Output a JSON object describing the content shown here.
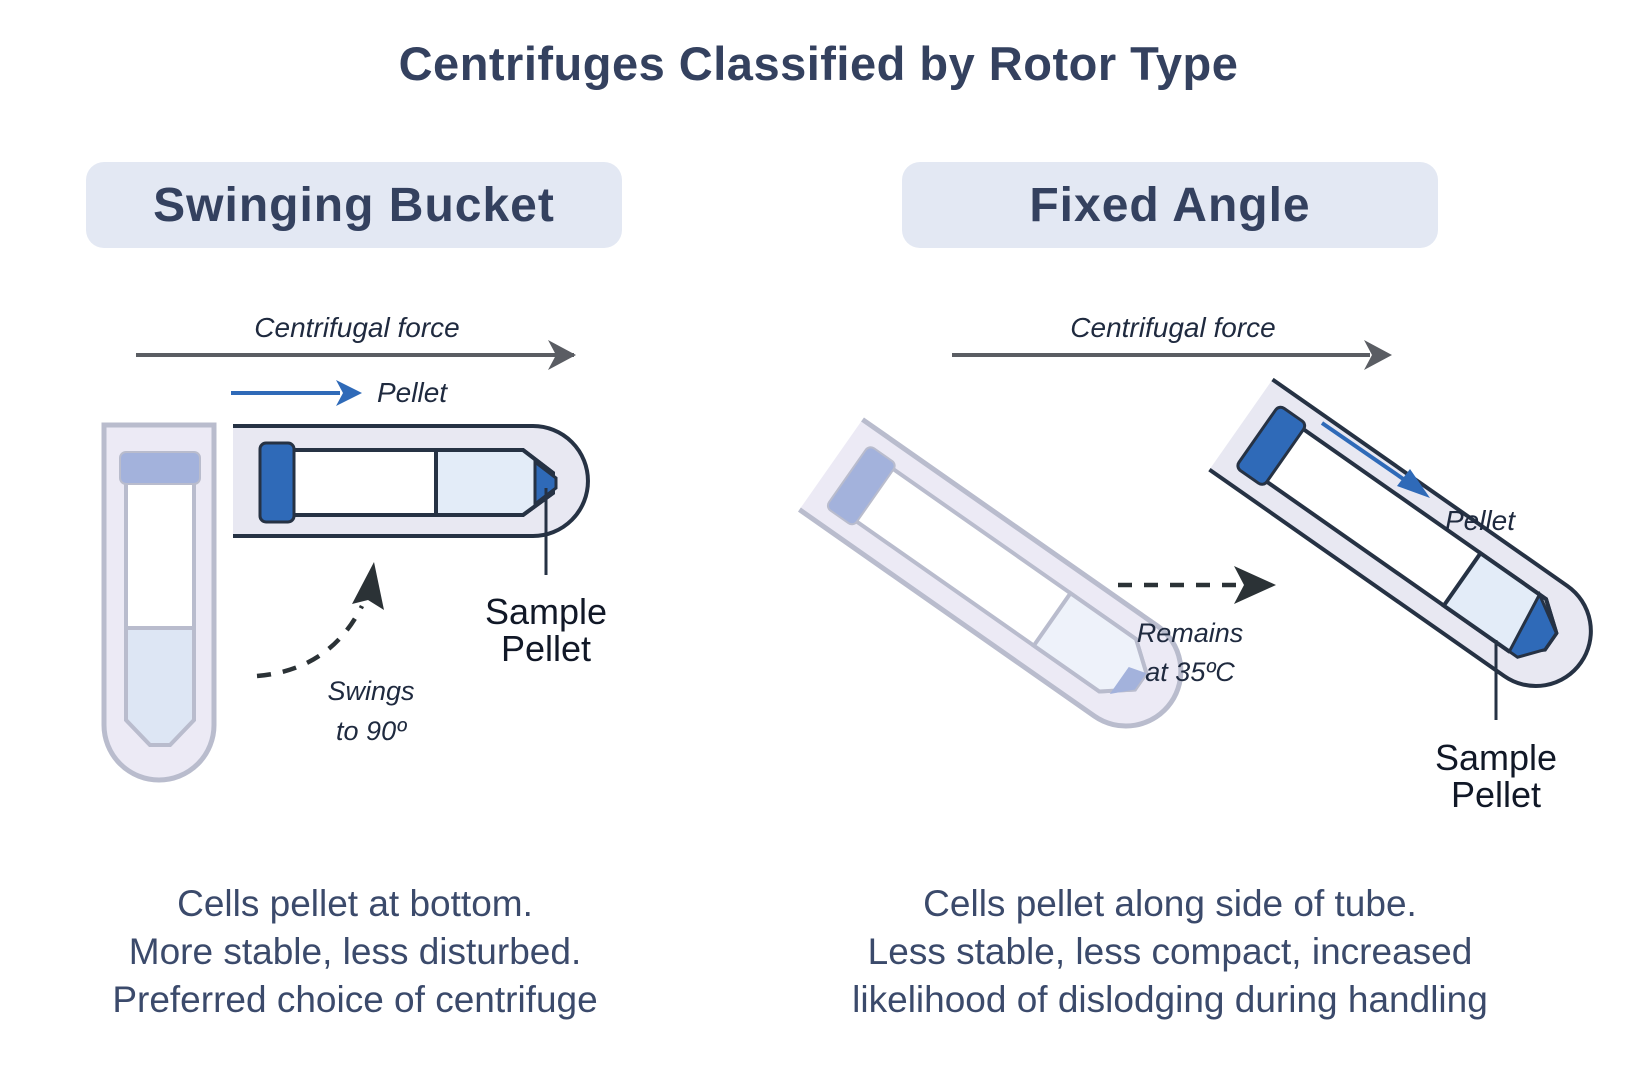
{
  "title": "Centrifuges Classified by Rotor Type",
  "left": {
    "heading": "Swinging Bucket",
    "force_label": "Centrifugal force",
    "pellet_label": "Pellet",
    "swing_label_1": "Swings",
    "swing_label_2": "to 90º",
    "sample_label_1": "Sample",
    "sample_label_2": "Pellet",
    "description": [
      "Cells pellet at bottom.",
      "More stable, less disturbed.",
      "Preferred choice of centrifuge"
    ]
  },
  "right": {
    "heading": "Fixed Angle",
    "force_label": "Centrifugal force",
    "pellet_label": "Pellet",
    "remains_label_1": "Remains",
    "remains_label_2": "at 35ºC",
    "sample_label_1": "Sample",
    "sample_label_2": "Pellet",
    "description": [
      "Cells pellet along side of tube.",
      "Less stable, less compact, increased",
      "likelihood of dislodging during handling"
    ]
  },
  "colors": {
    "title": "#34415f",
    "pill_bg": "#e3e8f3",
    "arrow_gray": "#5a5d63",
    "pellet_blue": "#2f6ab8",
    "tube_outline": "#263244",
    "holder_fill": "#e8e8f2",
    "holder_stroke": "#b9bccd",
    "liquid": "#dde6f4"
  }
}
